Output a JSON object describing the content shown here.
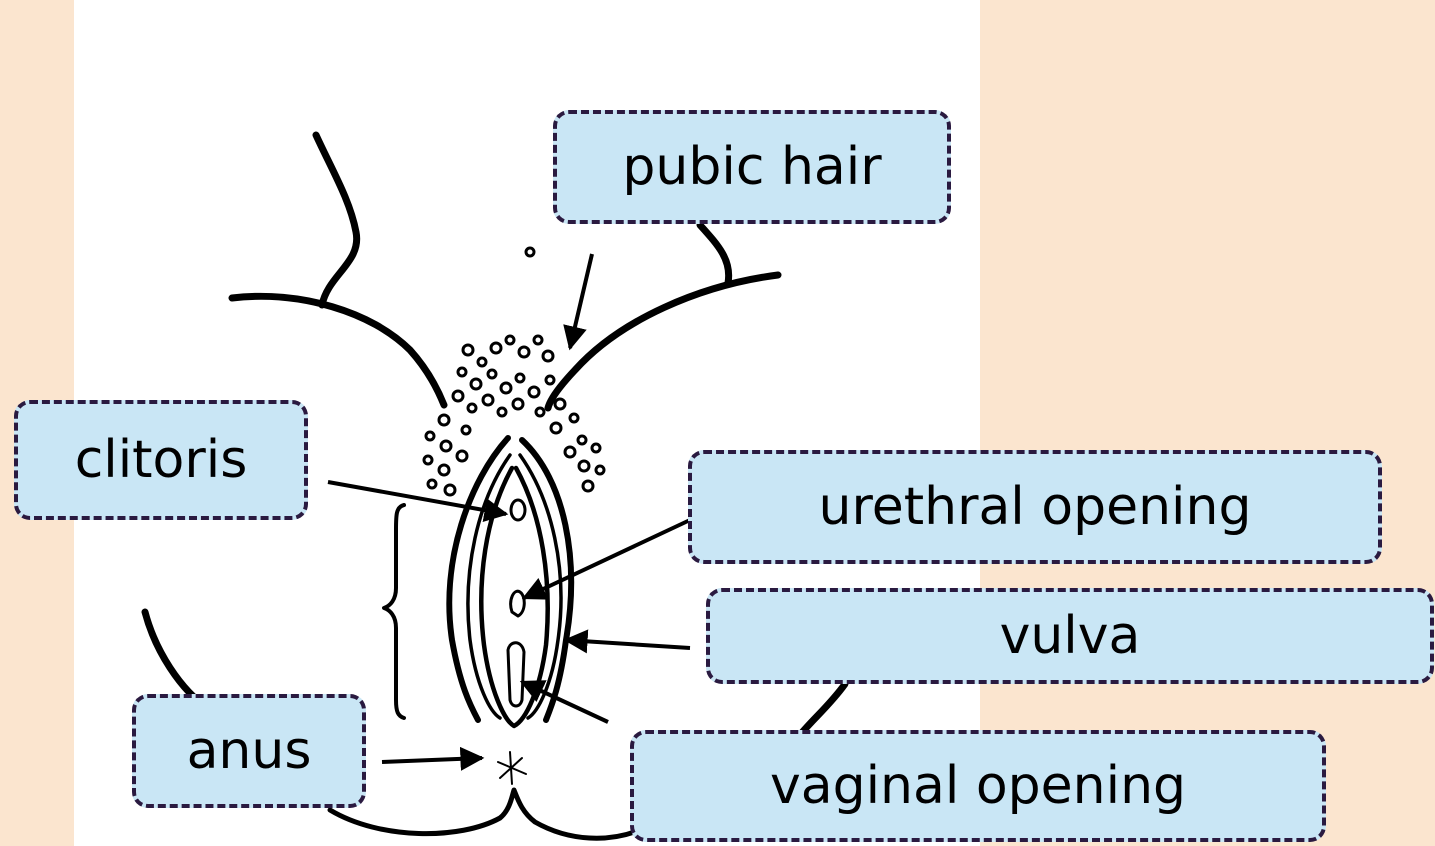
{
  "labels": {
    "pubic_hair": "pubic hair",
    "clitoris": "clitoris",
    "urethral_opening": "urethral opening",
    "vulva": "vulva",
    "anus": "anus",
    "vaginal_opening": "vaginal opening"
  },
  "colors": {
    "background": "#fbe5cf",
    "panel": "#ffffff",
    "label_fill": "#c9e6f5",
    "label_border": "#2a1a40",
    "ink": "#000000"
  }
}
